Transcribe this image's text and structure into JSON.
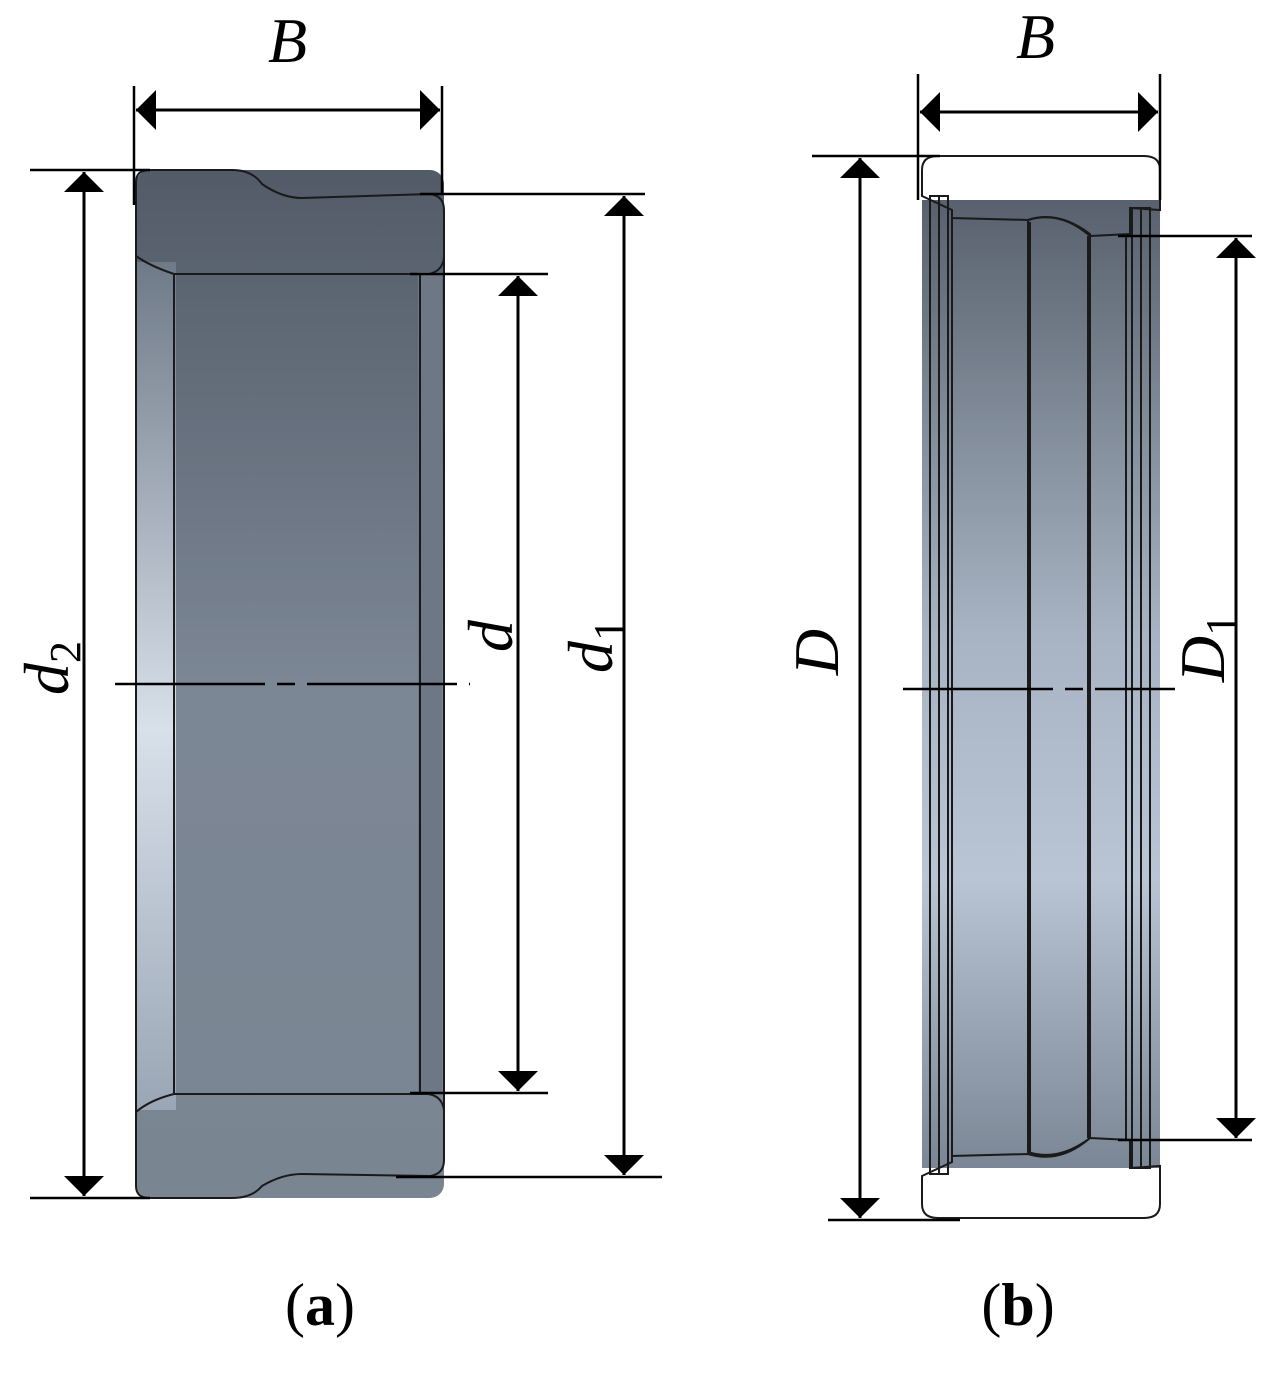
{
  "part_a": {
    "label_width": "B",
    "label_outer": "d",
    "label_outer_sub": "2",
    "label_bore": "d",
    "label_mid": "d",
    "label_mid_sub": "1",
    "caption_open": "(",
    "caption_letter": "a",
    "caption_close": ")"
  },
  "part_b": {
    "label_width": "B",
    "label_outer": "D",
    "label_inner": "D",
    "label_inner_sub": "1",
    "caption_open": "(",
    "caption_letter": "b",
    "caption_close": ")"
  },
  "colors": {
    "ring_face": "#a9b5c5",
    "bore_dark": "#4f5865",
    "bore_light": "#8a95a3",
    "groove_highlight": "#e4ebf4"
  }
}
